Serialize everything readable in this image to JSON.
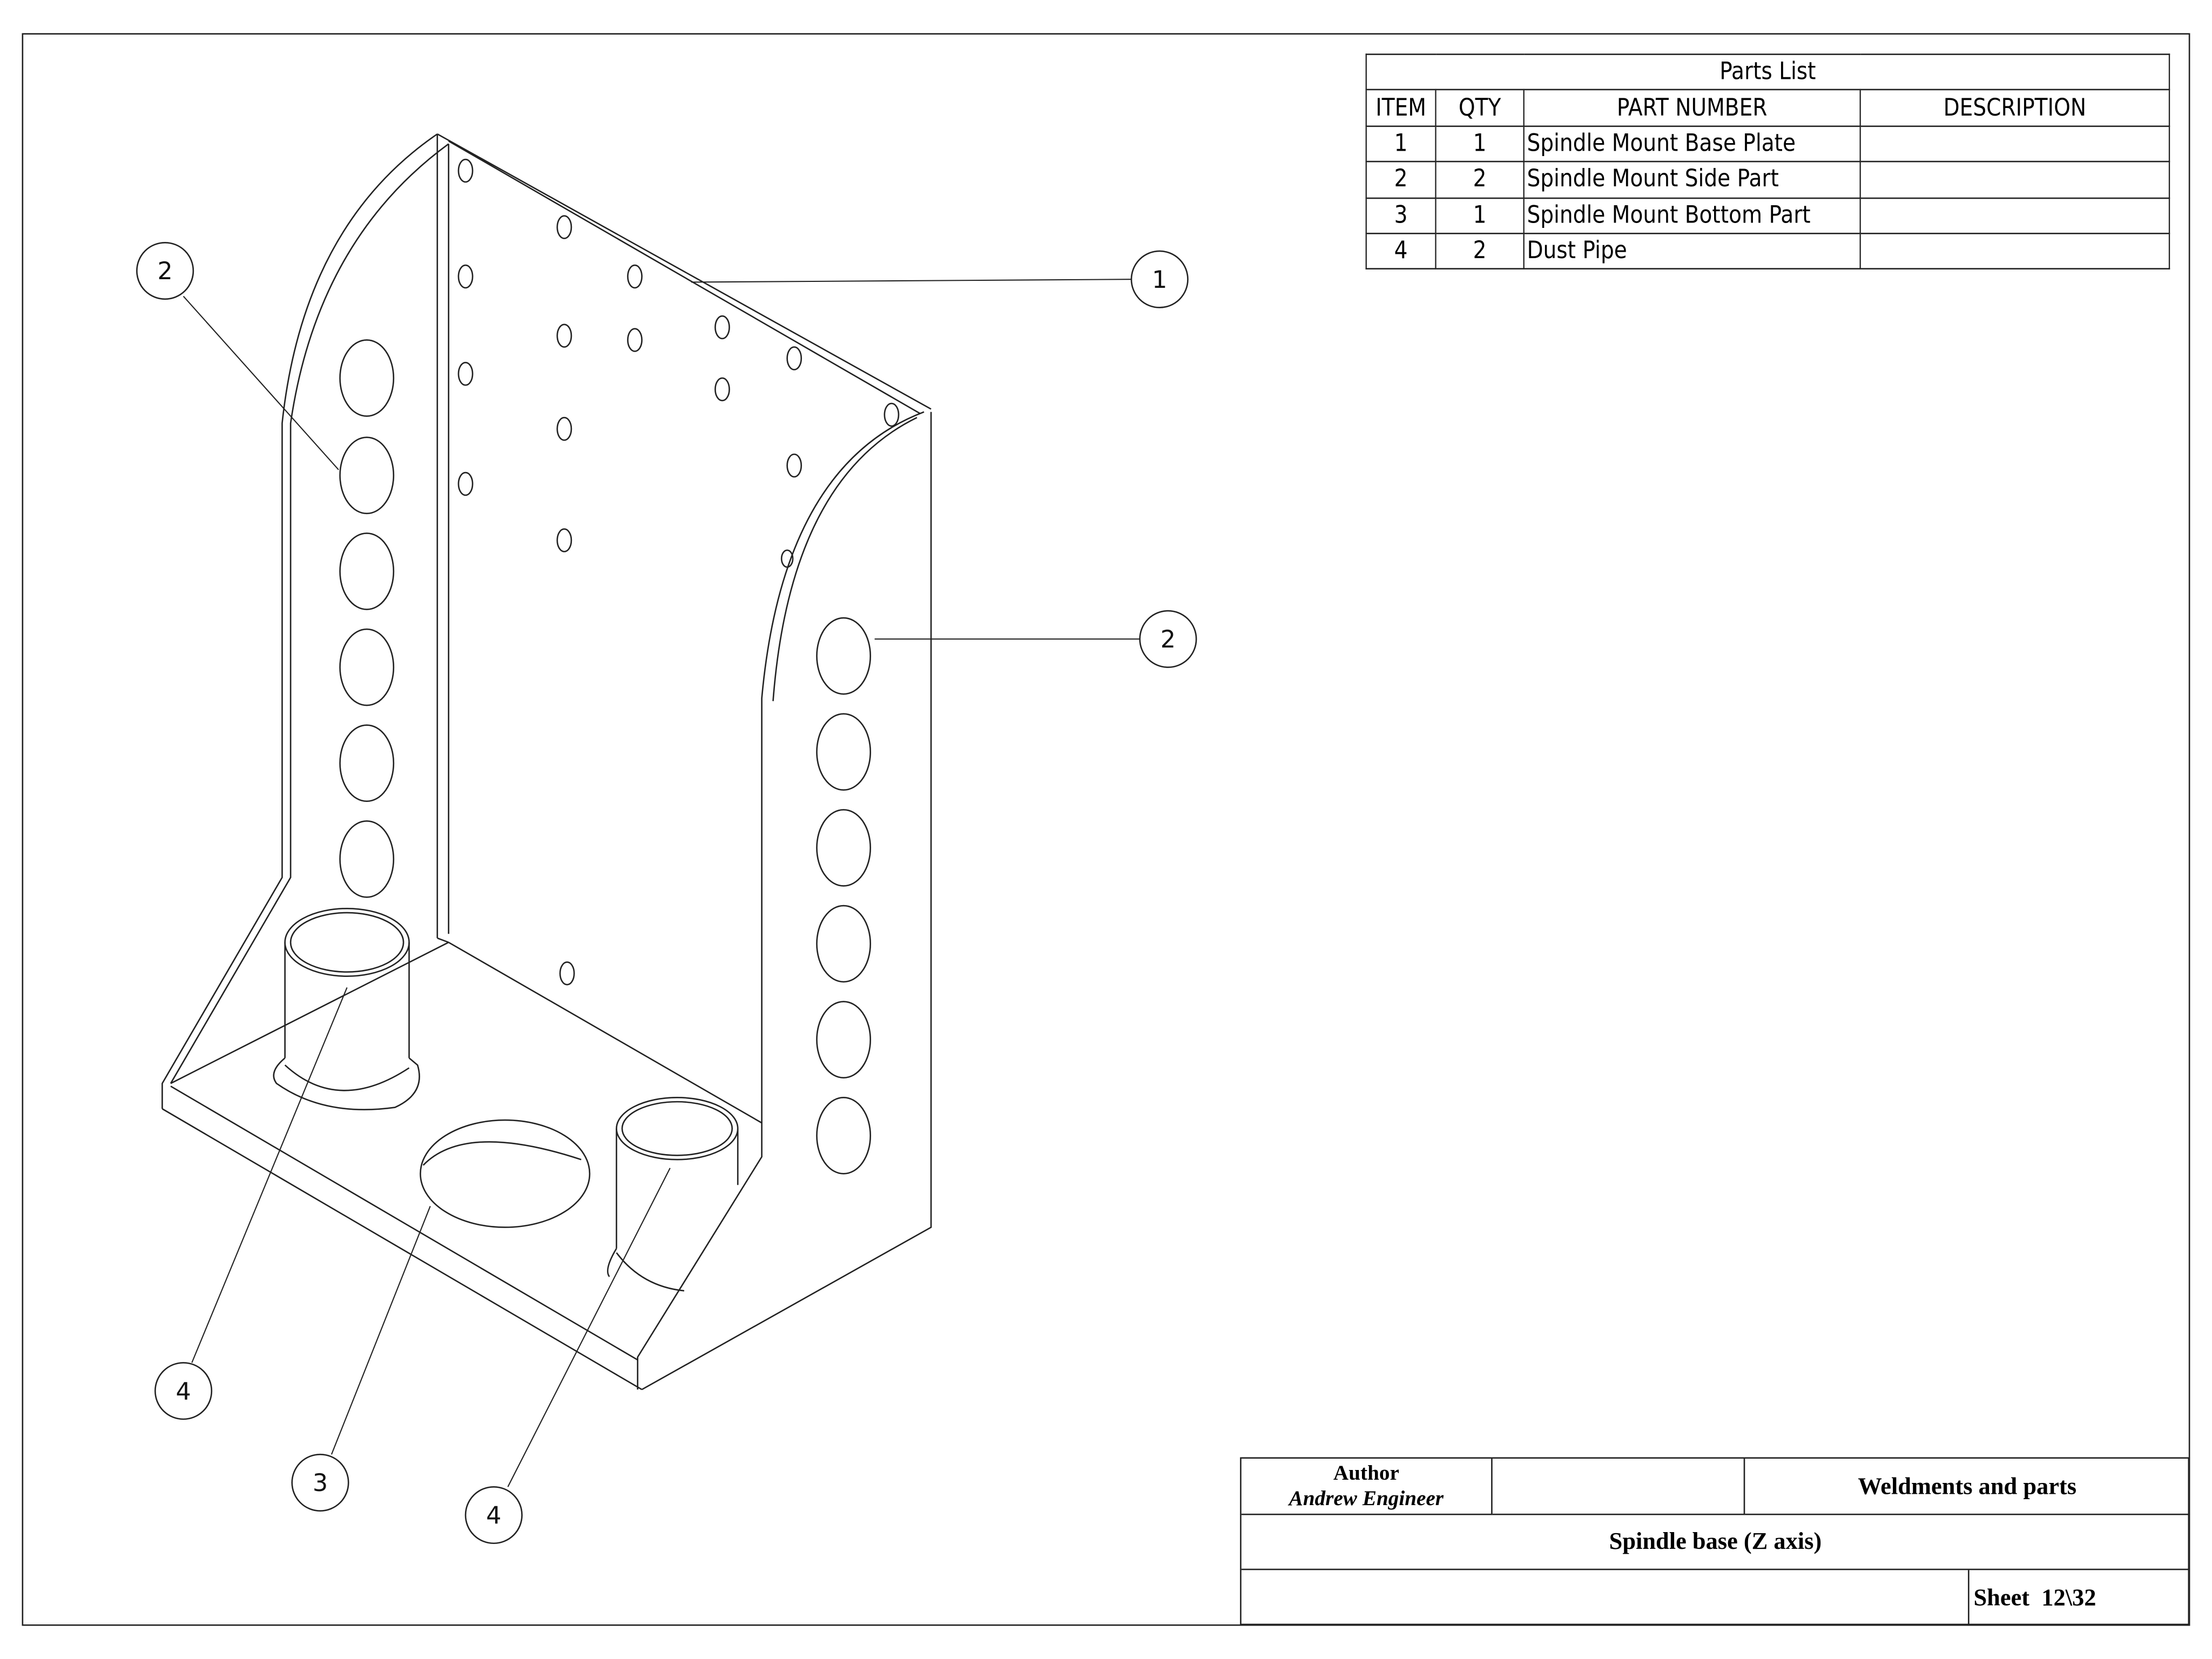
{
  "parts_list": {
    "title": "Parts List",
    "headers": [
      "ITEM",
      "QTY",
      "PART NUMBER",
      "DESCRIPTION"
    ],
    "rows": [
      {
        "item": "1",
        "qty": "1",
        "part_number": "Spindle Mount Base Plate",
        "description": ""
      },
      {
        "item": "2",
        "qty": "2",
        "part_number": "Spindle Mount Side Part",
        "description": ""
      },
      {
        "item": "3",
        "qty": "1",
        "part_number": "Spindle Mount Bottom Part",
        "description": ""
      },
      {
        "item": "4",
        "qty": "2",
        "part_number": "Dust Pipe",
        "description": ""
      }
    ]
  },
  "title_block": {
    "author_label": "Author",
    "author_name": "Andrew Engineer",
    "category": "Weldments and parts",
    "drawing_title": "Spindle base (Z axis)",
    "sheet": "Sheet  12\\32"
  },
  "balloons": [
    "2",
    "1",
    "2",
    "4",
    "3",
    "4"
  ]
}
